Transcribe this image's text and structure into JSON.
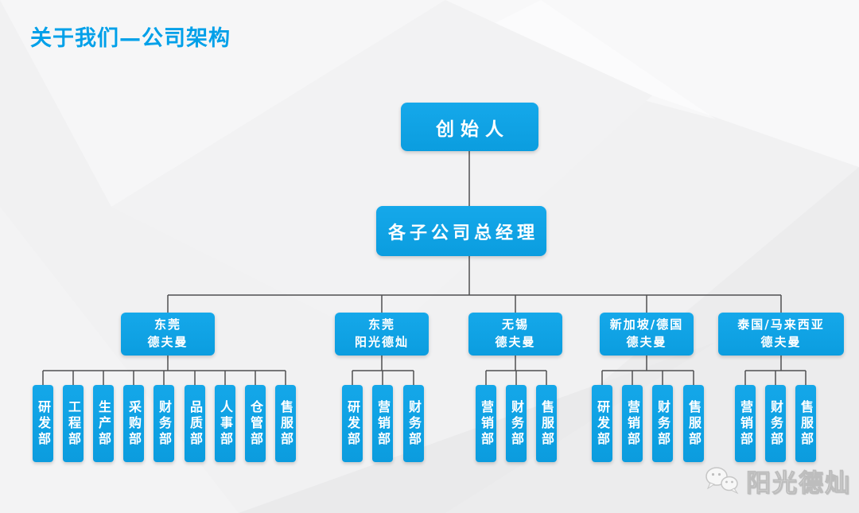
{
  "title": "关于我们—公司架构",
  "org": {
    "root": "创始人",
    "level2": "各子公司总经理",
    "subsidiaries": [
      {
        "name_lines": [
          "东莞",
          "德夫曼"
        ],
        "departments": [
          "研发部",
          "工程部",
          "生产部",
          "采购部",
          "财务部",
          "品质部",
          "人事部",
          "仓管部",
          "售服部"
        ]
      },
      {
        "name_lines": [
          "东莞",
          "阳光德灿"
        ],
        "departments": [
          "研发部",
          "营销部",
          "财务部"
        ]
      },
      {
        "name_lines": [
          "无锡",
          "德夫曼"
        ],
        "departments": [
          "营销部",
          "财务部",
          "售服部"
        ]
      },
      {
        "name_lines": [
          "新加坡/德国",
          "德夫曼"
        ],
        "departments": [
          "研发部",
          "营销部",
          "财务部",
          "售服部"
        ]
      },
      {
        "name_lines": [
          "泰国/马来西亚",
          "德夫曼"
        ],
        "departments": [
          "营销部",
          "财务部",
          "售服部"
        ]
      }
    ]
  },
  "watermark": {
    "icon": "wechat-icon",
    "label": "阳光德灿"
  },
  "colors": {
    "accent_blue": "#0FA3E6",
    "title_blue": "#00A0E9",
    "connector_gray": "#4F4F51",
    "background_gray": "#F1F1F2"
  }
}
